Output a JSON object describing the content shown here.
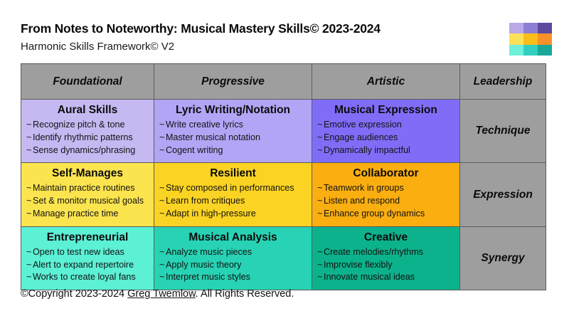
{
  "header": {
    "title": "From Notes to Noteworthy: Musical Mastery Skills© 2023-2024",
    "subtitle": "Harmonic Skills Framework© V2"
  },
  "logo": {
    "name": "color-grid-logo",
    "cells": [
      "#b9a9e8",
      "#8d7fd6",
      "#5b4a9e",
      "#fbe05a",
      "#fbbe18",
      "#f9902a",
      "#6ff0da",
      "#32cfc0",
      "#1ba898"
    ]
  },
  "matrix": {
    "columns": [
      "Foundational",
      "Progressive",
      "Artistic",
      "Leadership"
    ],
    "rows": [
      {
        "leadership": "Technique",
        "cells": [
          {
            "title": "Aural Skills",
            "bullets": [
              "Recognize pitch & tone",
              "Identify rhythmic patterns",
              "Sense dynamics/phrasing"
            ]
          },
          {
            "title": "Lyric Writing/Notation",
            "bullets": [
              "Write creative lyrics",
              "Master musical notation",
              "Cogent writing"
            ]
          },
          {
            "title": "Musical Expression",
            "bullets": [
              "Emotive expression",
              "Engage audiences",
              "Dynamically impactful"
            ]
          }
        ]
      },
      {
        "leadership": "Expression",
        "cells": [
          {
            "title": "Self-Manages",
            "bullets": [
              "Maintain practice routines",
              "Set & monitor musical goals",
              "Manage practice time"
            ]
          },
          {
            "title": "Resilient",
            "bullets": [
              "Stay composed in performances",
              "Learn from critiques",
              "Adapt in high-pressure"
            ]
          },
          {
            "title": "Collaborator",
            "bullets": [
              "Teamwork in groups",
              "Listen and respond",
              "Enhance group dynamics"
            ]
          }
        ]
      },
      {
        "leadership": "Synergy",
        "cells": [
          {
            "title": "Entrepreneurial",
            "bullets": [
              "Open to test new ideas",
              "Alert to expand repertoire",
              "Works to create loyal fans"
            ]
          },
          {
            "title": "Musical Analysis",
            "bullets": [
              "Analyze music pieces",
              "Apply music theory",
              "Interpret music styles"
            ]
          },
          {
            "title": "Creative",
            "bullets": [
              "Create melodies/rhythms",
              "Improvise flexibly",
              "Innovate musical ideas"
            ]
          }
        ]
      }
    ],
    "bullet_glyph": "~"
  },
  "footer": {
    "prefix": "©Copyright 2023-2024 ",
    "link": "Greg Twemlow",
    "suffix": ". All Rights Reserved."
  }
}
